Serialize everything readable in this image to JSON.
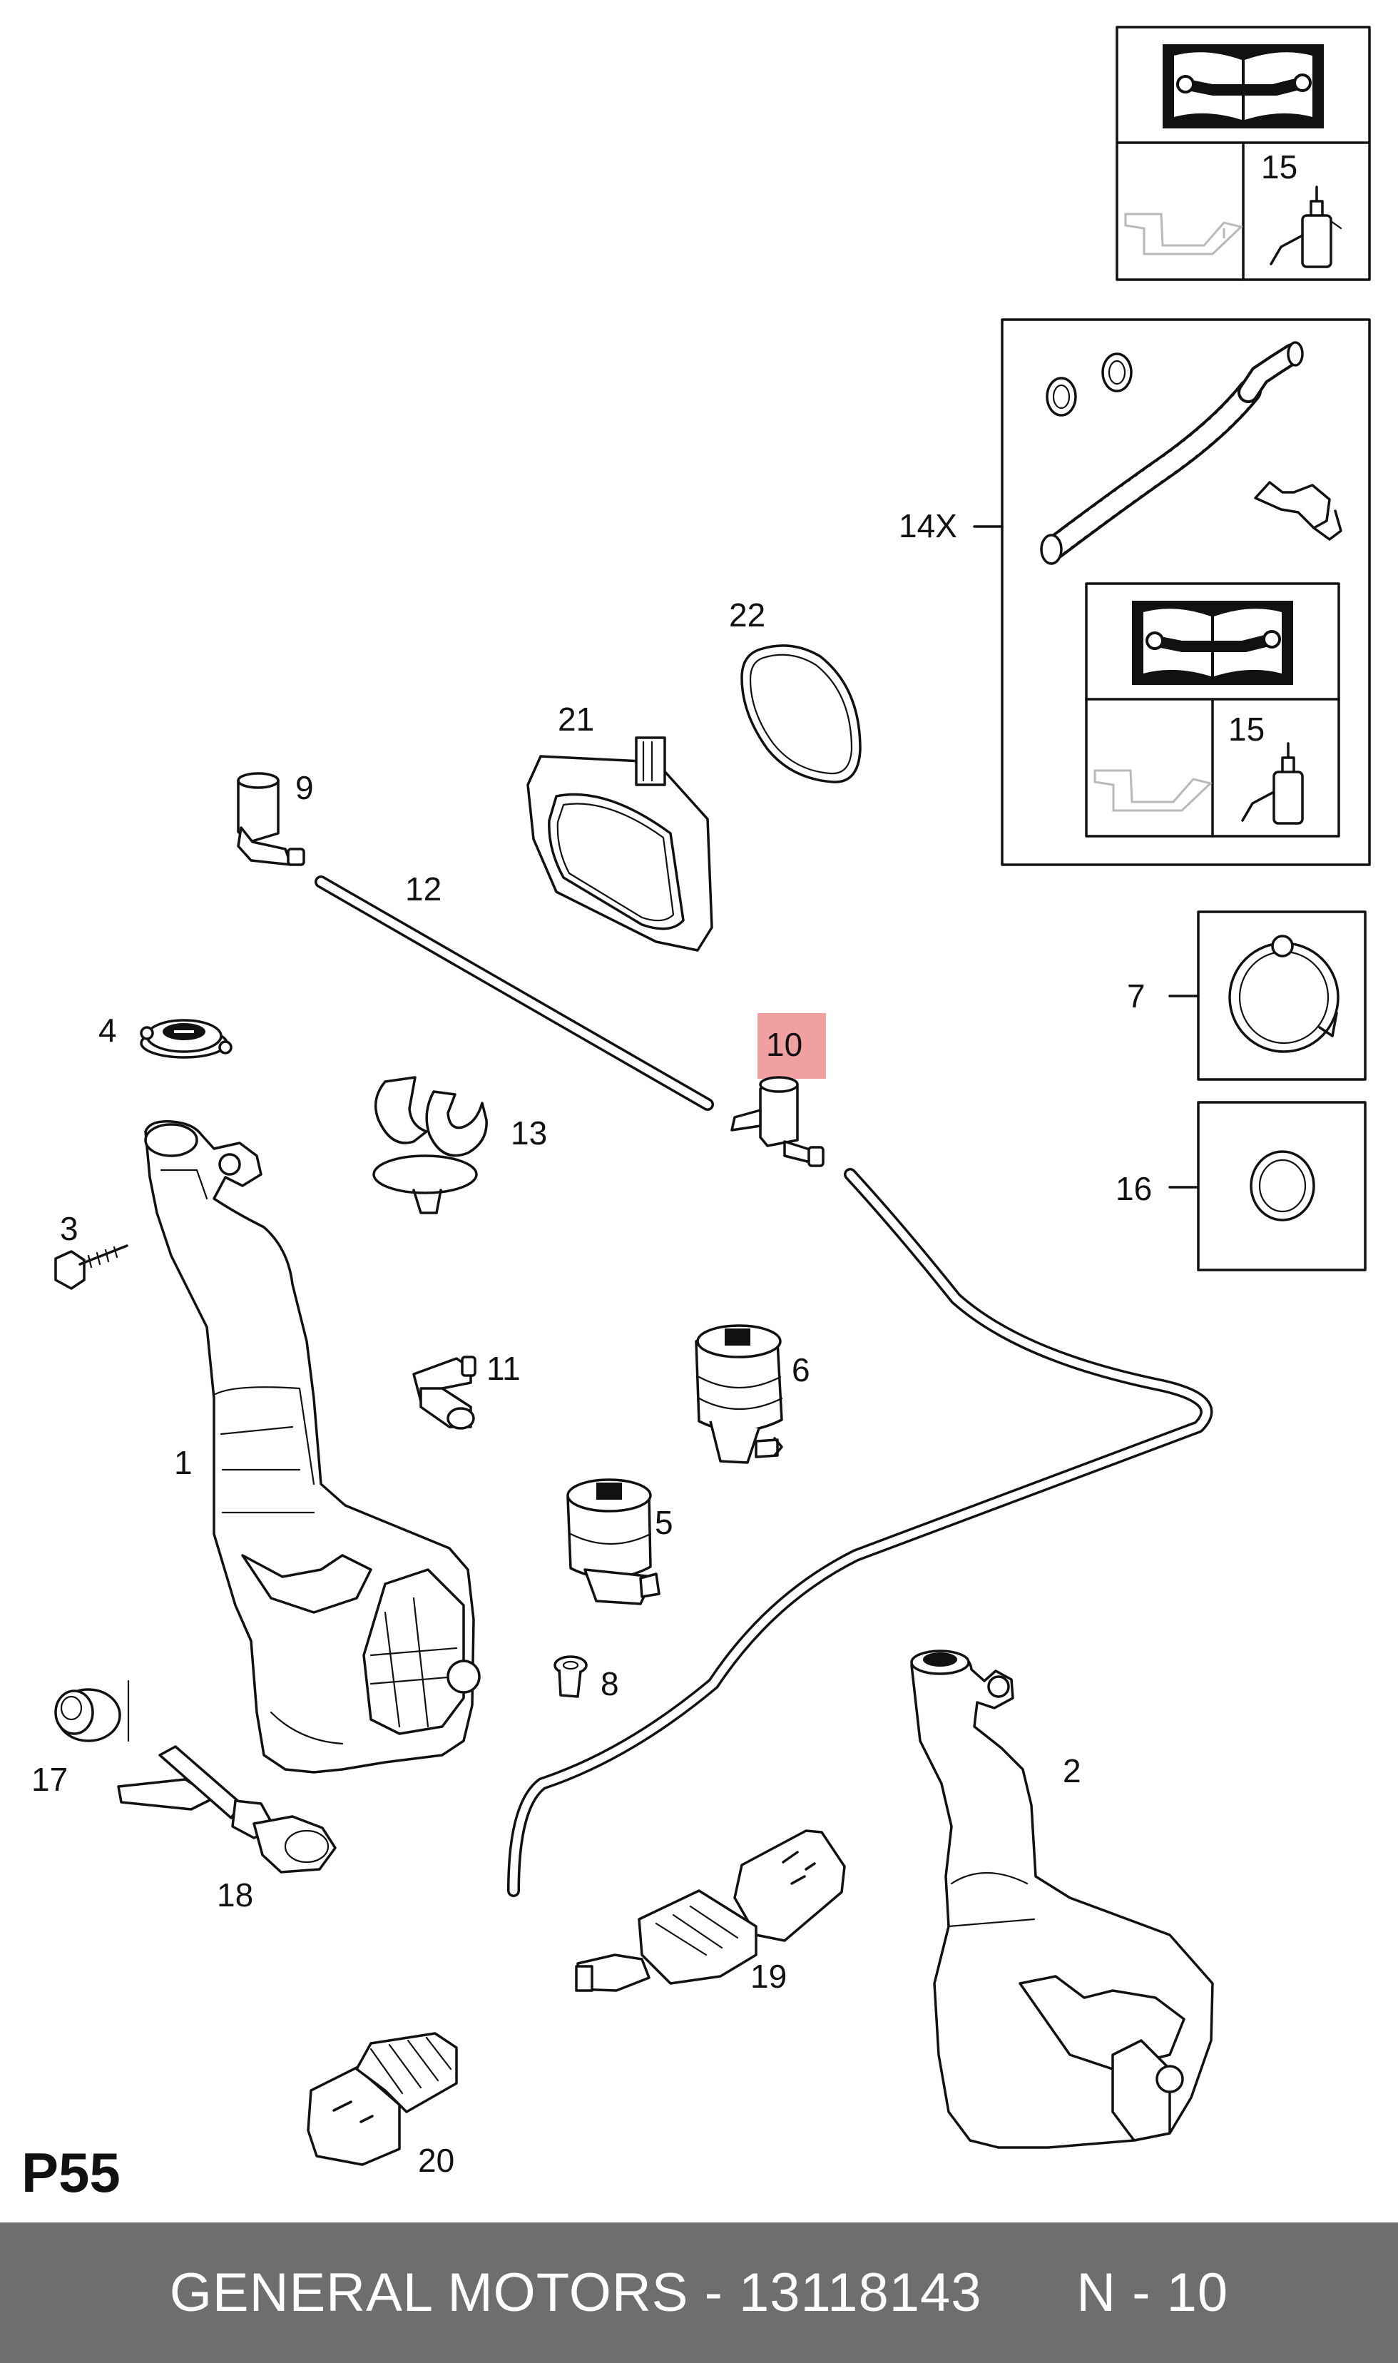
{
  "diagram": {
    "page_code": "P55",
    "callouts": {
      "c1": "1",
      "c2": "2",
      "c3": "3",
      "c4": "4",
      "c5": "5",
      "c6": "6",
      "c7": "7",
      "c8": "8",
      "c9": "9",
      "c10": "10",
      "c11": "11",
      "c12": "12",
      "c13": "13",
      "c14x": "14X",
      "c15a": "15",
      "c15b": "15",
      "c16": "16",
      "c17": "17",
      "c18": "18",
      "c19": "19",
      "c20": "20",
      "c21": "21",
      "c22": "22"
    },
    "highlighted_callout": "10",
    "highlight_color": "#f0a0a0"
  },
  "footer": {
    "text": "GENERAL MOTORS - 13118143      N - 10",
    "background": "#6e6e6e"
  }
}
